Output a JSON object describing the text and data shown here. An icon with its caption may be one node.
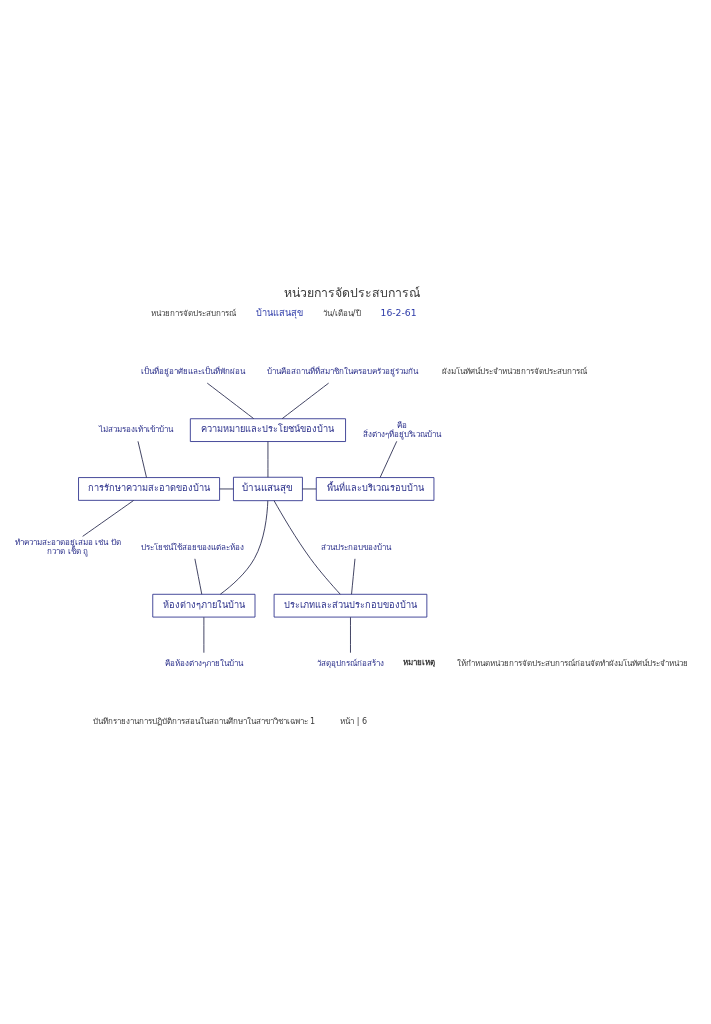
{
  "diagram": {
    "title": "หน่วยการจัดประสบการณ์",
    "nodes": [
      {
        "text": [
          "เป็นที่อยู่อาศัยและเป็นที่พักผ่อน"
        ]
      },
      {
        "text": [
          "บ้านคือสถานที่ที่สมาชิกในครอบครัวอยู่ร่วมกัน"
        ]
      },
      {
        "text": [
          "ความหมายและประโยชน์ของบ้าน"
        ]
      },
      {
        "text": [
          "ไม่สวมรองเท้าเข้าบ้าน"
        ]
      },
      {
        "text": [
          "คือ สิ่งต่างๆที่อยู่บริเวณบ้าน"
        ]
      },
      {
        "text": [
          "การรักษาความสะอาดของบ้าน"
        ]
      },
      {
        "text": [
          "บ้านแสนสุข"
        ]
      },
      {
        "text": [
          "พื้นที่และบริเวณรอบบ้าน"
        ]
      },
      {
        "text": [
          "ทำความสะอาดอยู่เสมอ เช่น ปัด กวาด เช็ด ถู"
        ]
      },
      {
        "text": [
          "ประโยชน์ใช้สอยของแต่ละห้อง"
        ]
      },
      {
        "text": [
          "ส่วนประกอบของบ้าน"
        ]
      },
      {
        "text": [
          "ห้องต่างๆภายในบ้าน"
        ]
      },
      {
        "text": [
          "ประเภทและส่วนประกอบของบ้าน"
        ]
      },
      {
        "text": [
          "คือห้องต่างๆภายในบ้าน"
        ]
      },
      {
        "text": [
          "วัสดุอุปกรณ์ก่อสร้าง"
        ]
      }
    ],
    "edges": [
      {
        "from": 2,
        "to": 6,
        "arrow": "none"
      },
      {
        "from": 5,
        "to": 6,
        "arrow": "none"
      },
      {
        "from": 6,
        "to": 7,
        "arrow": "none"
      },
      {
        "from": 6,
        "to": 11,
        "arrow": "none"
      },
      {
        "from": 6,
        "to": 12,
        "arrow": "none"
      },
      {
        "from": 0,
        "to": 2,
        "arrow": "none"
      },
      {
        "from": 1,
        "to": 2,
        "arrow": "none"
      },
      {
        "from": 3,
        "to": 5,
        "arrow": "none"
      },
      {
        "from": 5,
        "to": 8,
        "arrow": "none"
      },
      {
        "from": 4,
        "to": 7,
        "arrow": "none"
      },
      {
        "from": 9,
        "to": 11,
        "arrow": "none"
      },
      {
        "from": 11,
        "to": 13,
        "arrow": "none"
      },
      {
        "from": 10,
        "to": 12,
        "arrow": "none"
      },
      {
        "from": 12,
        "to": 14,
        "arrow": "none"
      }
    ],
    "labels": [
      "หน่วยการจัดประสบการณ์",
      "บ้านแสนสุข",
      "วัน/เดือน/ปี",
      "16-2-61",
      "ผังมโนทัศน์ประจำหน่วยการจัดประสบการณ์",
      "หมายเหตุ",
      "ให้กำหนดหน่วยการจัดประสบการณ์ก่อนจัดทำผังมโนทัศน์ประจำหน่วย",
      "บันทึกรายงานการปฏิบัติการสอนในสถานศึกษาในสาขาวิชาเฉพาะ 1",
      "หน้า | 6"
    ]
  }
}
